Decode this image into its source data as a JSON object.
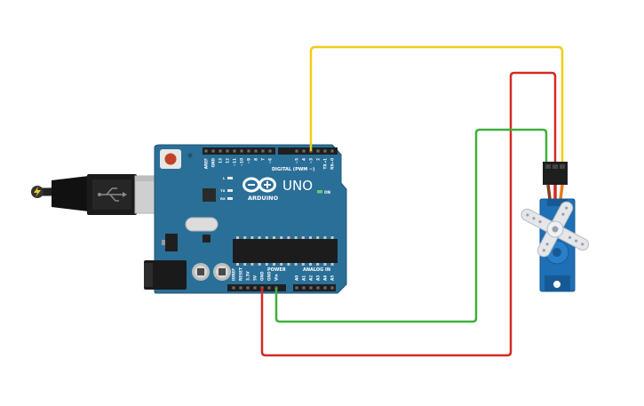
{
  "board": {
    "brand": "ARDUINO",
    "model": "UNO",
    "header_digital": "DIGITAL (PWM ~)",
    "header_power": "POWER",
    "header_analog": "ANALOG IN",
    "led_on": "ON",
    "led_l": "L",
    "led_tx": "TX",
    "led_rx": "RX",
    "digital_pins": [
      "AREF",
      "GND",
      "13",
      "12",
      "~11",
      "~10",
      "~9",
      "8",
      "7",
      "~6",
      "~5",
      "4",
      "~3",
      "2",
      "TX→1",
      "RX←0"
    ],
    "power_pins": [
      "IOREF",
      "RESET",
      "3.3V",
      "5V",
      "GND",
      "GND",
      "Vin"
    ],
    "analog_pins": [
      "A0",
      "A1",
      "A2",
      "A3",
      "A4",
      "A5"
    ]
  },
  "colors": {
    "board": "#2a6f98",
    "board_edge": "#1d5377",
    "wire_yellow": "#f2cc1a",
    "wire_red": "#d42a22",
    "wire_green": "#3eb03a",
    "servo_blue": "#1f6fb6",
    "servo_dark": "#165a95",
    "wire_orange": "#ea7a1c",
    "wire_brown": "#8c3c1f"
  }
}
